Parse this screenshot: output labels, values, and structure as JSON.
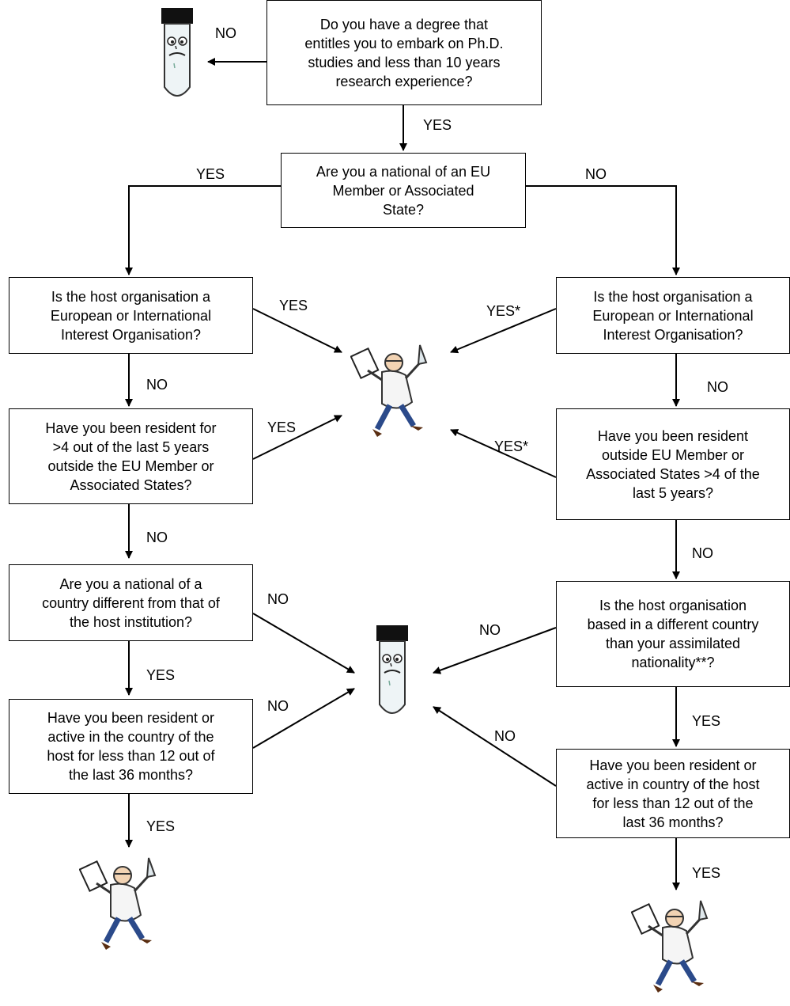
{
  "questions": {
    "q1": "Do you have a degree that\nentitles you to embark on Ph.D.\nstudies and less than 10 years\nresearch experience?",
    "q2": "Are you a national of an EU\nMember or Associated\nState?",
    "l1": "Is the host organisation a\nEuropean or International\nInterest Organisation?",
    "l2": "Have you been resident for\n>4 out of the last 5 years\noutside the EU Member or\nAssociated States?",
    "l3": "Are you a national of a\ncountry different from that of\nthe host institution?",
    "l4": "Have you been resident or\nactive in the country of the\nhost for less than 12 out of\nthe last 36 months?",
    "r1": "Is the host organisation a\nEuropean or International\nInterest Organisation?",
    "r2": "Have you been resident\noutside EU Member or\nAssociated States >4 of the\nlast 5 years?",
    "r3": "Is the host organisation\nbased in a different country\nthan your assimilated\nnationality**?",
    "r4": "Have you been resident or\nactive in country of the host\nfor less than 12 out of the\nlast 36 months?"
  },
  "labels": {
    "no_top": "NO",
    "yes_q1": "YES",
    "yes_q2_left": "YES",
    "no_q2_right": "NO",
    "yes_l1": "YES",
    "no_l1": "NO",
    "yes_l2": "YES",
    "no_l2": "NO",
    "no_l3": "NO",
    "yes_l3": "YES",
    "no_l4": "NO",
    "yes_l4": "YES",
    "yes_r1": "YES*",
    "no_r1": "NO",
    "yes_r2": "YES*",
    "no_r2": "NO",
    "no_r3": "NO",
    "yes_r3": "YES",
    "no_r4": "NO",
    "yes_r4": "YES"
  },
  "icons": [
    "test-tube-face-icon",
    "scientist-running-icon"
  ]
}
